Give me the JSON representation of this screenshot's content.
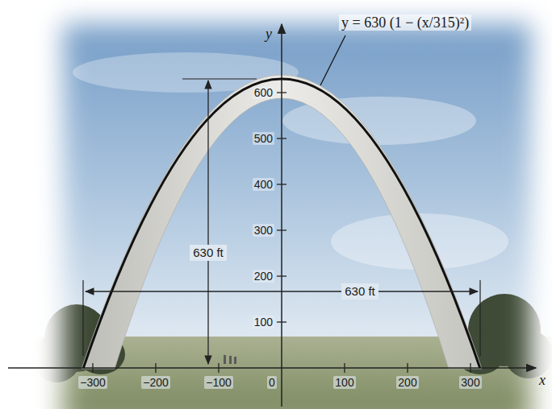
{
  "diagram": {
    "labels": [
      "y = 630 (1 − (x/315)²)",
      "y",
      "600",
      "500",
      "400",
      "300",
      "200",
      "100",
      "630 ft",
      "630 ft",
      "−300",
      "−200",
      "−100",
      "0",
      "100",
      "200",
      "300",
      "x"
    ]
  }
}
